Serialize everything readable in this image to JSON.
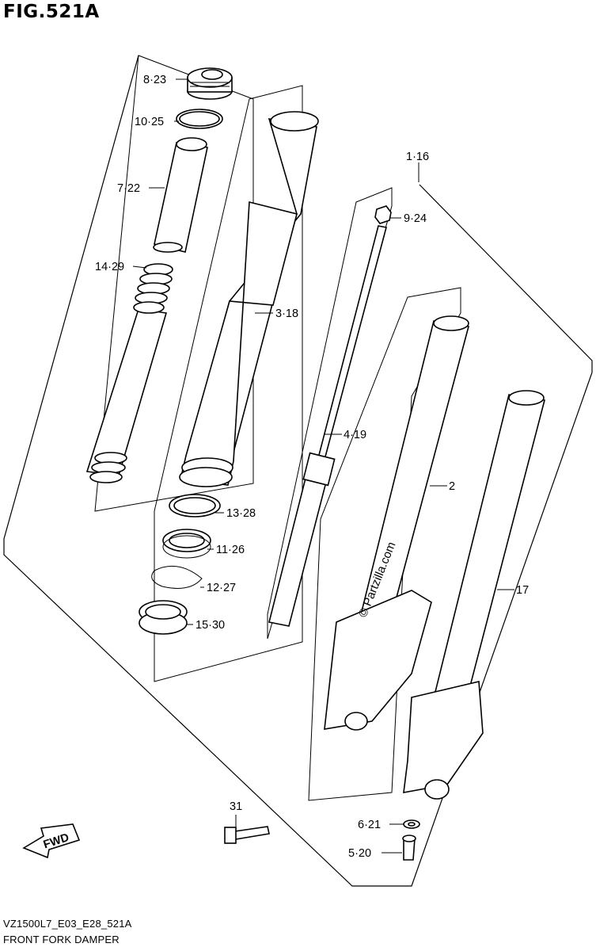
{
  "figure": {
    "title": "FIG.521A",
    "code": "VZ1500L7_E03_E28_521A",
    "name": "FRONT FORK DAMPER",
    "watermark": "© Partzilla.com",
    "direction_label": "FWD"
  },
  "callouts": [
    {
      "id": "c-8-23",
      "text": "8·23"
    },
    {
      "id": "c-10-25",
      "text": "10·25"
    },
    {
      "id": "c-7-22",
      "text": "7·22"
    },
    {
      "id": "c-14-29",
      "text": "14·29"
    },
    {
      "id": "c-3-18",
      "text": "3·18"
    },
    {
      "id": "c-1-16",
      "text": "1·16"
    },
    {
      "id": "c-9-24",
      "text": "9·24"
    },
    {
      "id": "c-4-19",
      "text": "4·19"
    },
    {
      "id": "c-2",
      "text": "2"
    },
    {
      "id": "c-17",
      "text": "17"
    },
    {
      "id": "c-13-28",
      "text": "13·28"
    },
    {
      "id": "c-11-26",
      "text": "11·26"
    },
    {
      "id": "c-12-27",
      "text": "12·27"
    },
    {
      "id": "c-15-30",
      "text": "15·30"
    },
    {
      "id": "c-31",
      "text": "31"
    },
    {
      "id": "c-6-21",
      "text": "6·21"
    },
    {
      "id": "c-5-20",
      "text": "5·20"
    }
  ]
}
